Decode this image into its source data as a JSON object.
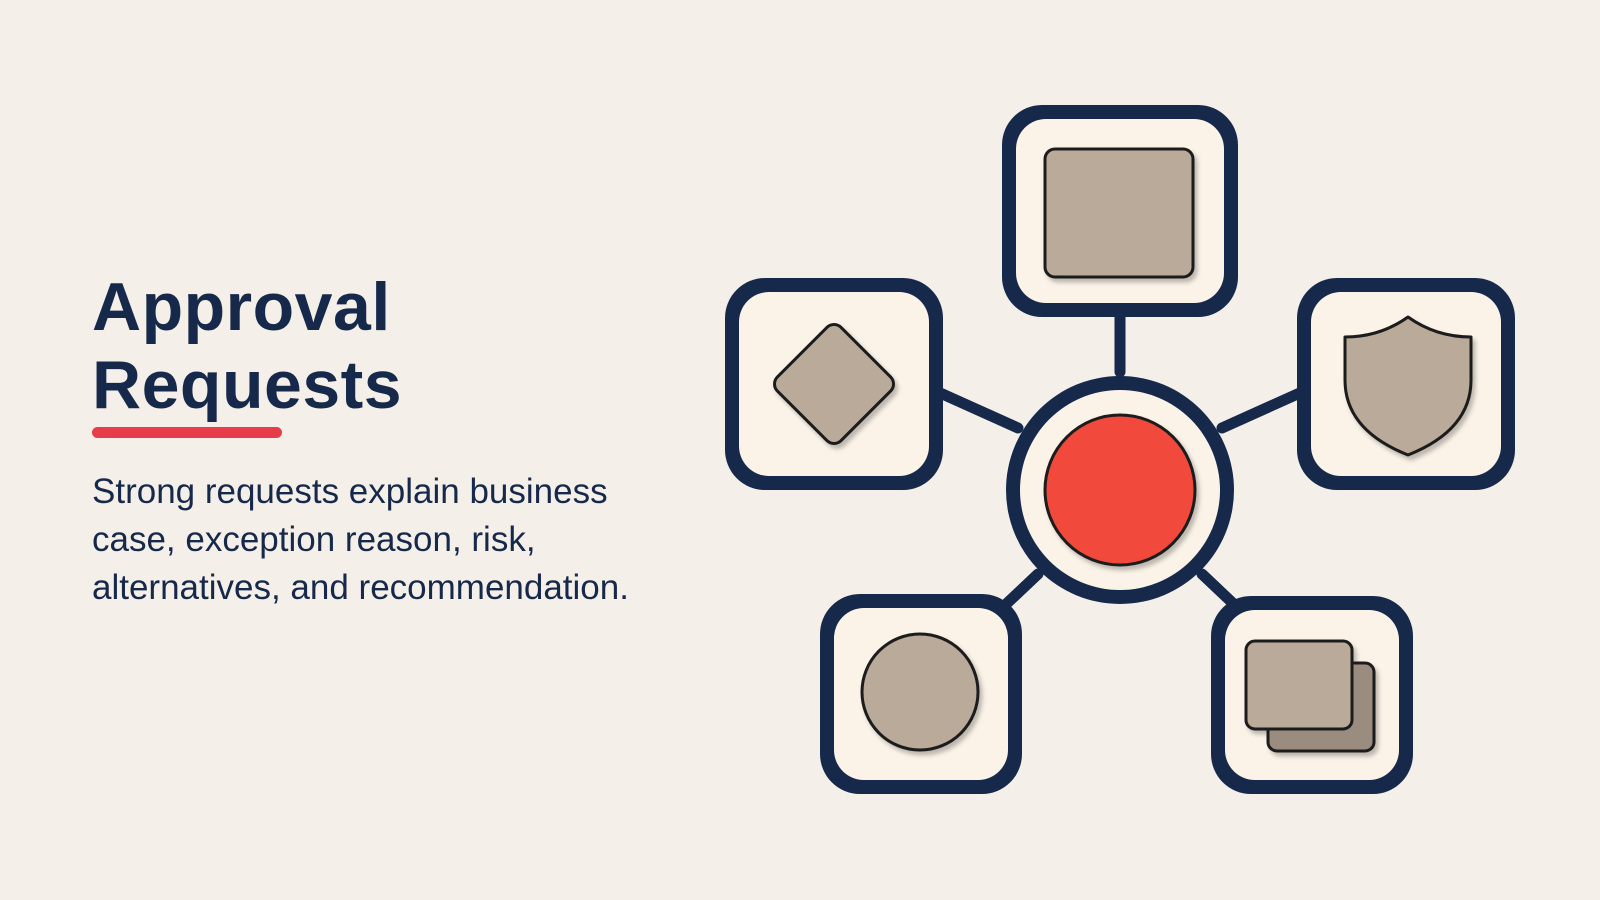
{
  "slide": {
    "title_line1": "Approval",
    "title_line2": "Requests",
    "body": "Strong requests explain business case, exception reason, risk, alternatives, and recommendation."
  },
  "diagram": {
    "hub": {
      "icon": "red-circle-icon",
      "color": "#f24a3c"
    },
    "nodes": [
      {
        "icon": "square-icon"
      },
      {
        "icon": "diamond-icon"
      },
      {
        "icon": "shield-icon"
      },
      {
        "icon": "circle-icon"
      },
      {
        "icon": "stacked-cards-icon"
      }
    ]
  },
  "colors": {
    "background": "#f4f0e9",
    "outline": "#17294a",
    "accent": "#e63d4a",
    "tile_fill": "#fbf3e8",
    "shape_fill": "#b9aa9a",
    "hub_fill": "#f24a3c"
  }
}
